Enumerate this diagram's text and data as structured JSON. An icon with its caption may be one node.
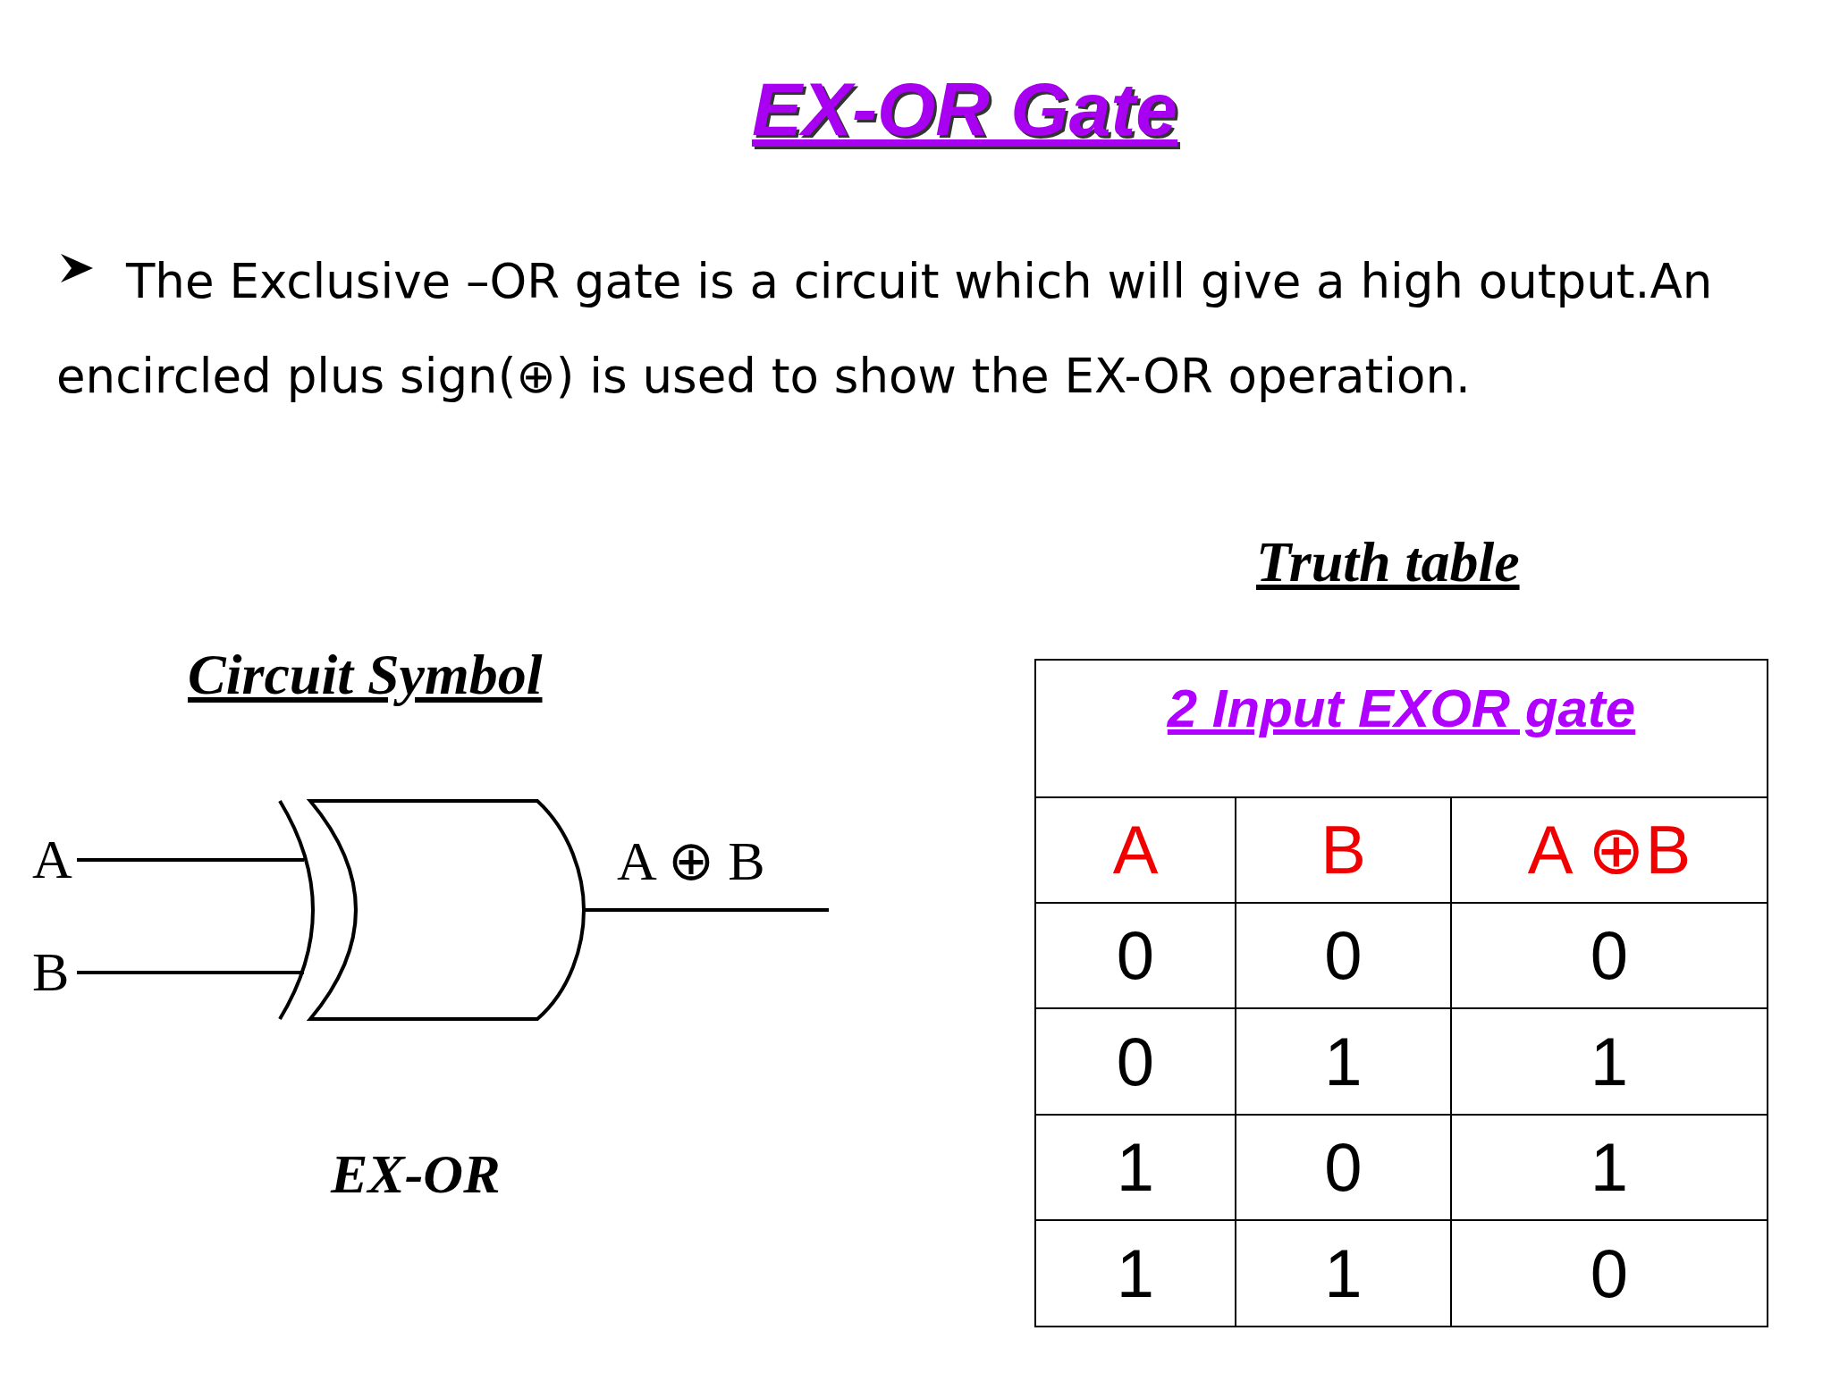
{
  "diagram": {
    "title": "EX-OR Gate",
    "nodes": [
      {
        "text": [
          "A"
        ]
      },
      {
        "text": [
          "B"
        ]
      },
      {
        "text": [],
        "shape": "gate",
        "beside": [
          "EX-OR"
        ]
      }
    ],
    "edges": [
      {
        "from": 0,
        "to": 2,
        "arrow": "none"
      },
      {
        "from": 1,
        "to": 2,
        "arrow": "none"
      },
      {
        "from": 2,
        "to": null,
        "arrow": "none",
        "label": "A ⊕ B"
      }
    ],
    "labels": [
      "The Exclusive –OR gate is a circuit which will give a high output.An encircled plus sign(⊕) is used to show the EX-OR operation.",
      "Truth table",
      "Circuit Symbol",
      "2 Input EXOR gate",
      "A",
      "B",
      "A ⊕B",
      "0",
      "0",
      "0",
      "0",
      "1",
      "1",
      "1",
      "0",
      "1",
      "1",
      "1",
      "0"
    ]
  }
}
